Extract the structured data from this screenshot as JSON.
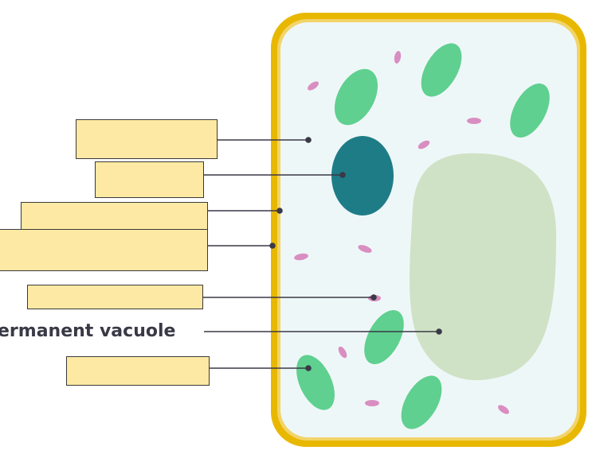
{
  "labels": {
    "permanent_vacuole": "ermanent vacuole"
  },
  "answer_boxes": [
    {
      "id": "box-1",
      "value": ""
    },
    {
      "id": "box-2",
      "value": ""
    },
    {
      "id": "box-3",
      "value": ""
    },
    {
      "id": "box-4",
      "value": ""
    },
    {
      "id": "box-5",
      "value": ""
    },
    {
      "id": "box-6",
      "value": ""
    }
  ],
  "colors": {
    "cell_wall": "#e8b800",
    "cytoplasm": "#eef7f8",
    "nucleus": "#1e7c87",
    "chloroplast": "#5fd08f",
    "vacuole": "#cfe2c6",
    "organelle_pink": "#d98ec1",
    "label_fill": "#fde9a3",
    "line_color": "#3a3946"
  }
}
